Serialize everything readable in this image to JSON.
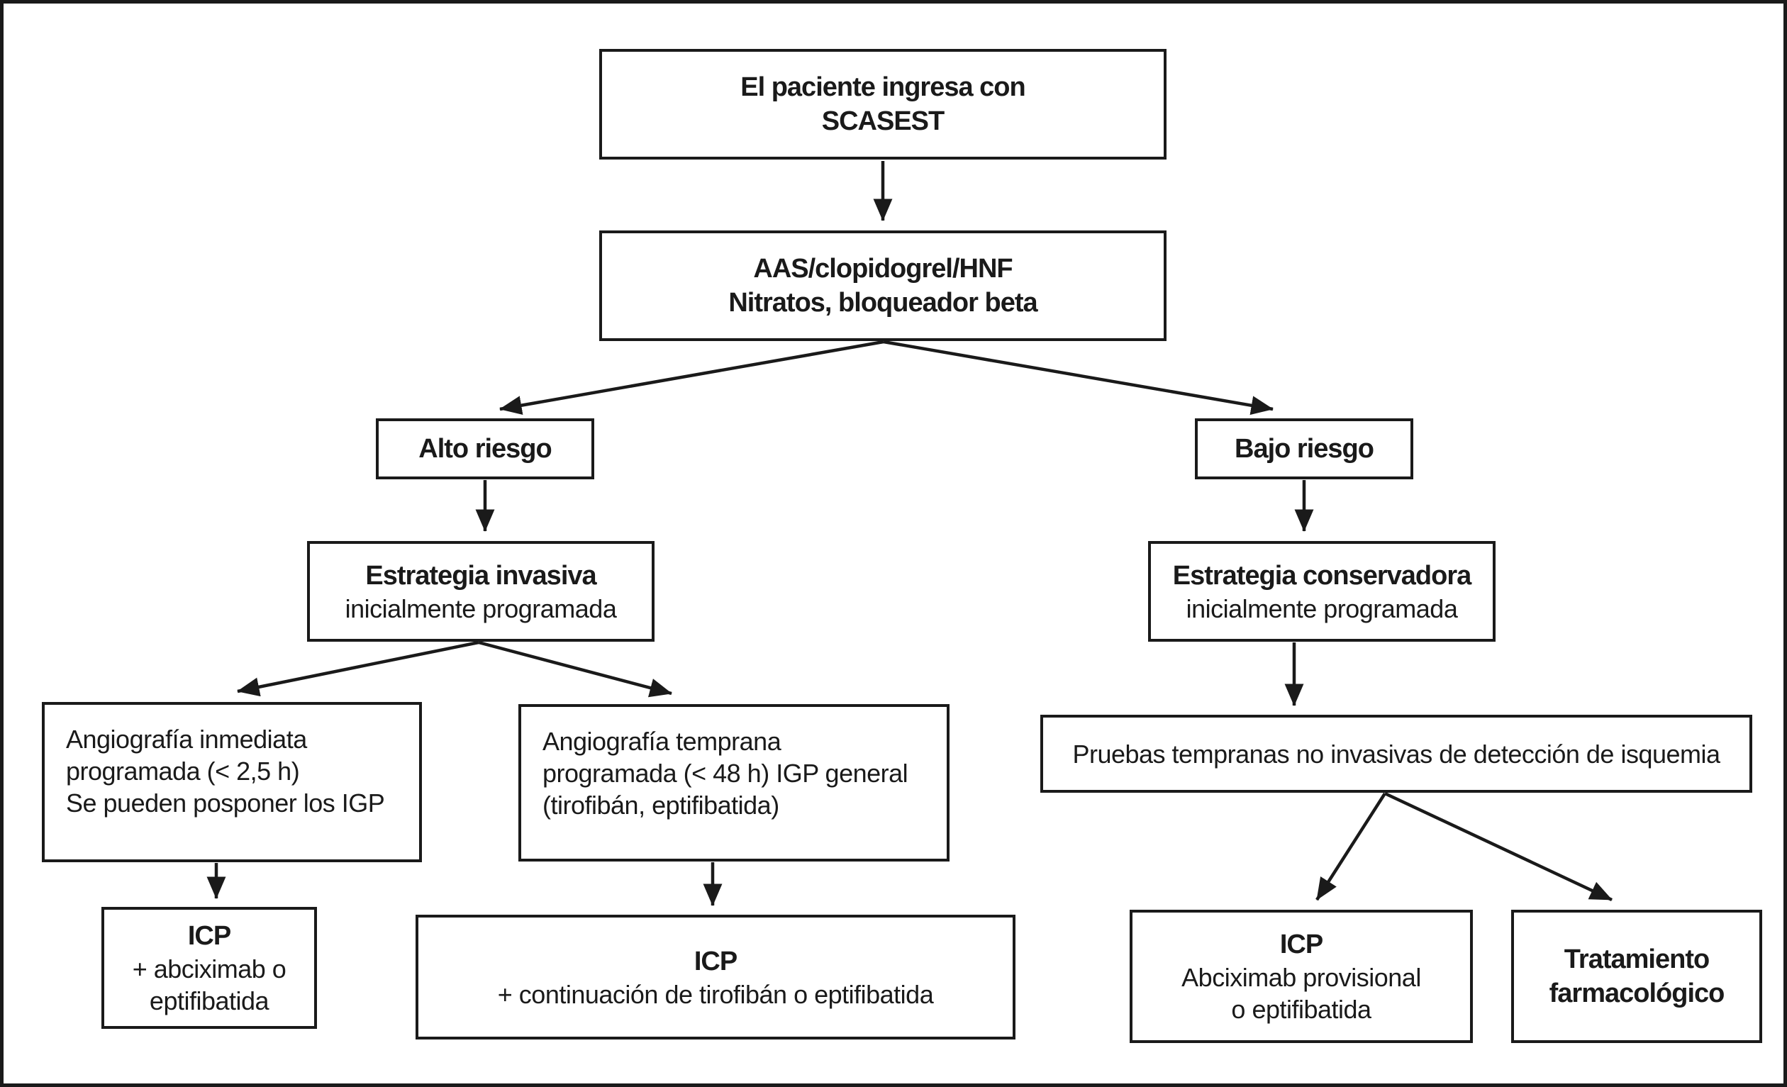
{
  "figure": {
    "type": "flowchart",
    "language": "es",
    "colors": {
      "ink": "#1a1a1a",
      "background": "#ffffff"
    }
  },
  "nodes": {
    "ingreso": {
      "line1": "El paciente ingresa con",
      "line2": "SCASEST"
    },
    "medicacion": {
      "line1": "AAS/clopidogrel/HNF",
      "line2": "Nitratos, bloqueador beta"
    },
    "alto_riesgo": {
      "label": "Alto riesgo"
    },
    "bajo_riesgo": {
      "label": "Bajo riesgo"
    },
    "invasiva": {
      "title": "Estrategia invasiva",
      "subtitle": "inicialmente programada"
    },
    "conservadora": {
      "title": "Estrategia conservadora",
      "subtitle": "inicialmente programada"
    },
    "angio_inmediata": {
      "line1": "Angiografía inmediata",
      "line2": "programada (< 2,5 h)",
      "line3": "Se pueden posponer los IGP"
    },
    "angio_temprana": {
      "line1": "Angiografía temprana",
      "line2": "programada (< 48 h) IGP general",
      "line3": "(tirofibán, eptifibatida)"
    },
    "pruebas": {
      "label": "Pruebas tempranas no invasivas de detección de isquemia"
    },
    "icp_abciximab": {
      "title": "ICP",
      "line2": "+ abciximab o",
      "line3": "eptifibatida"
    },
    "icp_continuacion": {
      "title": "ICP",
      "line2": "+ continuación de tirofibán o eptifibatida"
    },
    "icp_provisional": {
      "title": "ICP",
      "line2": "Abciximab provisional",
      "line3": "o eptifibatida"
    },
    "tratamiento": {
      "line1": "Tratamiento",
      "line2": "farmacológico"
    }
  },
  "edges": [
    {
      "from": "ingreso",
      "to": "medicacion"
    },
    {
      "from": "medicacion",
      "to": "alto_riesgo"
    },
    {
      "from": "medicacion",
      "to": "bajo_riesgo"
    },
    {
      "from": "alto_riesgo",
      "to": "invasiva"
    },
    {
      "from": "bajo_riesgo",
      "to": "conservadora"
    },
    {
      "from": "invasiva",
      "to": "angio_inmediata"
    },
    {
      "from": "invasiva",
      "to": "angio_temprana"
    },
    {
      "from": "conservadora",
      "to": "pruebas"
    },
    {
      "from": "angio_inmediata",
      "to": "icp_abciximab"
    },
    {
      "from": "angio_temprana",
      "to": "icp_continuacion"
    },
    {
      "from": "pruebas",
      "to": "icp_provisional"
    },
    {
      "from": "pruebas",
      "to": "tratamiento"
    }
  ]
}
